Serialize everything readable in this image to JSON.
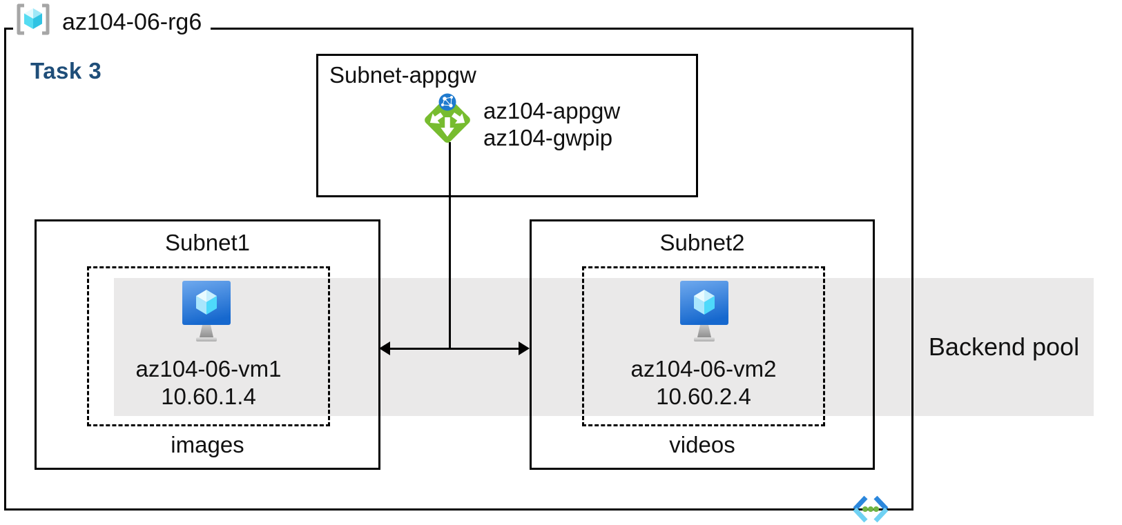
{
  "resource_group": {
    "label": "az104-06-rg6",
    "icon": "resource-group-icon"
  },
  "task_label": "Task 3",
  "appgw_subnet": {
    "title": "Subnet-appgw",
    "gateway_name": "az104-appgw",
    "gateway_pip": "az104-gwpip",
    "icon": "application-gateway-icon"
  },
  "subnet1": {
    "title": "Subnet1",
    "vm_name": "az104-06-vm1",
    "vm_ip": "10.60.1.4",
    "storage_label": "images",
    "icon": "virtual-machine-icon"
  },
  "subnet2": {
    "title": "Subnet2",
    "vm_name": "az104-06-vm2",
    "vm_ip": "10.60.2.4",
    "storage_label": "videos",
    "icon": "virtual-machine-icon"
  },
  "backend_pool": {
    "label": "Backend pool"
  },
  "icons": [
    "resource-group-icon",
    "application-gateway-icon",
    "virtual-machine-icon",
    "virtual-network-icon"
  ],
  "colors": {
    "border": "#000000",
    "band_gray": "#EAE9E9",
    "task_blue": "#1F4E79",
    "appgw_green": "#77BC2F",
    "globe_blue": "#1F7ACE",
    "vm_screen_top": "#6FA9EE",
    "vm_screen_bottom": "#1668CE",
    "cube_cyan": "#4ED9FB",
    "vnet_dark_blue": "#2B87DC",
    "vnet_light_blue": "#6FD1F3",
    "vnet_dot_green": "#70B544",
    "bracket_gray": "#A6A6A6"
  }
}
